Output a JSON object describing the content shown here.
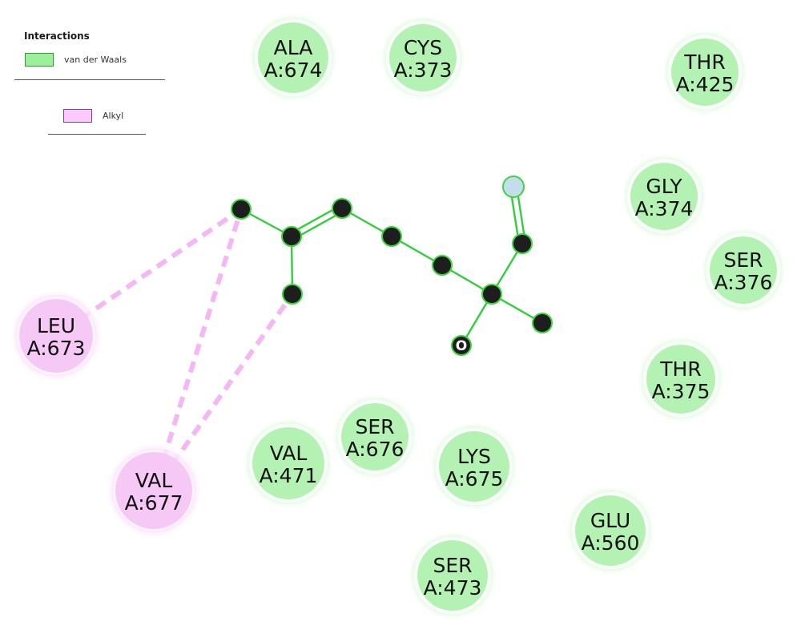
{
  "legend": {
    "title": "Interactions",
    "entries": [
      {
        "label": "van der Waals",
        "fill": "#9cf09c",
        "border": "#2f9e2f"
      },
      {
        "label": "Alkyl",
        "fill": "#fbc9fb",
        "border": "#7a4a7a"
      }
    ]
  },
  "colors": {
    "vdw_residue": "#b3f2b3",
    "vdw_residue_glow": "#e6fbe6",
    "alkyl_residue": "#f6c8f6",
    "alkyl_residue_glow": "#fbe8fb",
    "alkyl_dash": "#f4b6f4",
    "bond": "#2fcf3a",
    "atom": "#1e1e1e",
    "atom_outline": "#3bd63b",
    "nitrogen_atom": "#c5dcec"
  },
  "residues": [
    {
      "name": "ALA",
      "id": "A:674",
      "type": "van der Waals"
    },
    {
      "name": "CYS",
      "id": "A:373",
      "type": "van der Waals"
    },
    {
      "name": "THR",
      "id": "A:425",
      "type": "van der Waals"
    },
    {
      "name": "GLY",
      "id": "A:374",
      "type": "van der Waals"
    },
    {
      "name": "SER",
      "id": "A:376",
      "type": "van der Waals"
    },
    {
      "name": "LEU",
      "id": "A:673",
      "type": "Alkyl"
    },
    {
      "name": "THR",
      "id": "A:375",
      "type": "van der Waals"
    },
    {
      "name": "VAL",
      "id": "A:471",
      "type": "van der Waals"
    },
    {
      "name": "SER",
      "id": "A:676",
      "type": "van der Waals"
    },
    {
      "name": "LYS",
      "id": "A:675",
      "type": "van der Waals"
    },
    {
      "name": "VAL",
      "id": "A:677",
      "type": "Alkyl"
    },
    {
      "name": "GLU",
      "id": "A:560",
      "type": "van der Waals"
    },
    {
      "name": "SER",
      "id": "A:473",
      "type": "van der Waals"
    }
  ],
  "atoms": [
    {
      "id": "c1",
      "element": "C",
      "label": ""
    },
    {
      "id": "c2",
      "element": "C",
      "label": ""
    },
    {
      "id": "c3",
      "element": "C",
      "label": ""
    },
    {
      "id": "c4",
      "element": "C",
      "label": ""
    },
    {
      "id": "c5",
      "element": "C",
      "label": ""
    },
    {
      "id": "c6",
      "element": "C",
      "label": ""
    },
    {
      "id": "c7",
      "element": "C",
      "label": ""
    },
    {
      "id": "c8",
      "element": "C",
      "label": ""
    },
    {
      "id": "c9",
      "element": "C",
      "label": ""
    },
    {
      "id": "o1",
      "element": "O",
      "label": "O"
    },
    {
      "id": "n1",
      "element": "N",
      "label": ""
    }
  ],
  "bonds": [
    {
      "from": "c1",
      "to": "c2",
      "order": 1
    },
    {
      "from": "c2",
      "to": "c3",
      "order": 1
    },
    {
      "from": "c2",
      "to": "c4",
      "order": 2
    },
    {
      "from": "c4",
      "to": "c5",
      "order": 1
    },
    {
      "from": "c5",
      "to": "c6",
      "order": 1
    },
    {
      "from": "c6",
      "to": "c7",
      "order": 1
    },
    {
      "from": "c7",
      "to": "c8",
      "order": 1
    },
    {
      "from": "c7",
      "to": "c9",
      "order": 1
    },
    {
      "from": "c7",
      "to": "o1",
      "order": 1
    },
    {
      "from": "c8",
      "to": "n1",
      "order": 2
    }
  ],
  "interactions": [
    {
      "atom": "c1",
      "residue": "A:673",
      "type": "Alkyl"
    },
    {
      "atom": "c1",
      "residue": "A:677",
      "type": "Alkyl"
    },
    {
      "atom": "c3",
      "residue": "A:677",
      "type": "Alkyl"
    }
  ]
}
